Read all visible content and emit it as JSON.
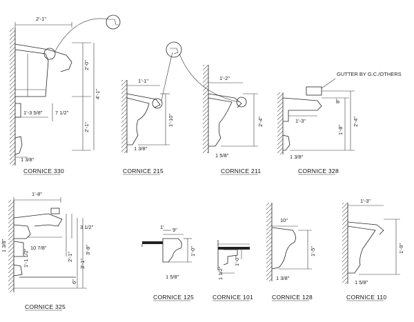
{
  "details": {
    "c330": {
      "title": "CORNICE 330",
      "dims": [
        "2'-1\"",
        "2'-0\"",
        "4'-1\"",
        "2'-1\"",
        "1'-3 5/8\"",
        "7 1/2\"",
        "1 3/8\""
      ]
    },
    "c215": {
      "title": "CORNICE 215",
      "dims": [
        "1'-1\"",
        "1'-10\"",
        "1 3/8\""
      ]
    },
    "c211": {
      "title": "CORNICE 211",
      "dims": [
        "1'-2\"",
        "2'-4\"",
        "1 5/8\""
      ]
    },
    "c328": {
      "title": "CORNICE 328",
      "dims": [
        "1'-3\"",
        "8\"",
        "2'-4\"",
        "1'-8\"",
        "1 3/8\""
      ],
      "note": "GUTTER BY G.C./OTHERS"
    },
    "c325": {
      "title": "CORNICE 325",
      "dims": [
        "1'-8\"",
        "10 7/8\"",
        "3 1/2\"",
        "3'-8\"",
        "2'-1\"",
        "3'-1\"",
        "6\"",
        "1 3/8\"",
        "1'-1 1/2\""
      ]
    },
    "c125": {
      "title": "CORNICE 125",
      "dims": [
        "1'",
        "9\"",
        "1'-0\"",
        "1 5/8\""
      ]
    },
    "c101": {
      "title": "CORNICE 101",
      "dims": [
        "1'-0\"",
        "1 1/2\""
      ]
    },
    "c128": {
      "title": "CORNICE 128",
      "dims": [
        "10\"",
        "1'-5\"",
        "1 3/8\""
      ]
    },
    "c110": {
      "title": "CORNICE 110",
      "dims": [
        "1'-3\"",
        "1'-9\"",
        "1 5/8\""
      ]
    }
  }
}
